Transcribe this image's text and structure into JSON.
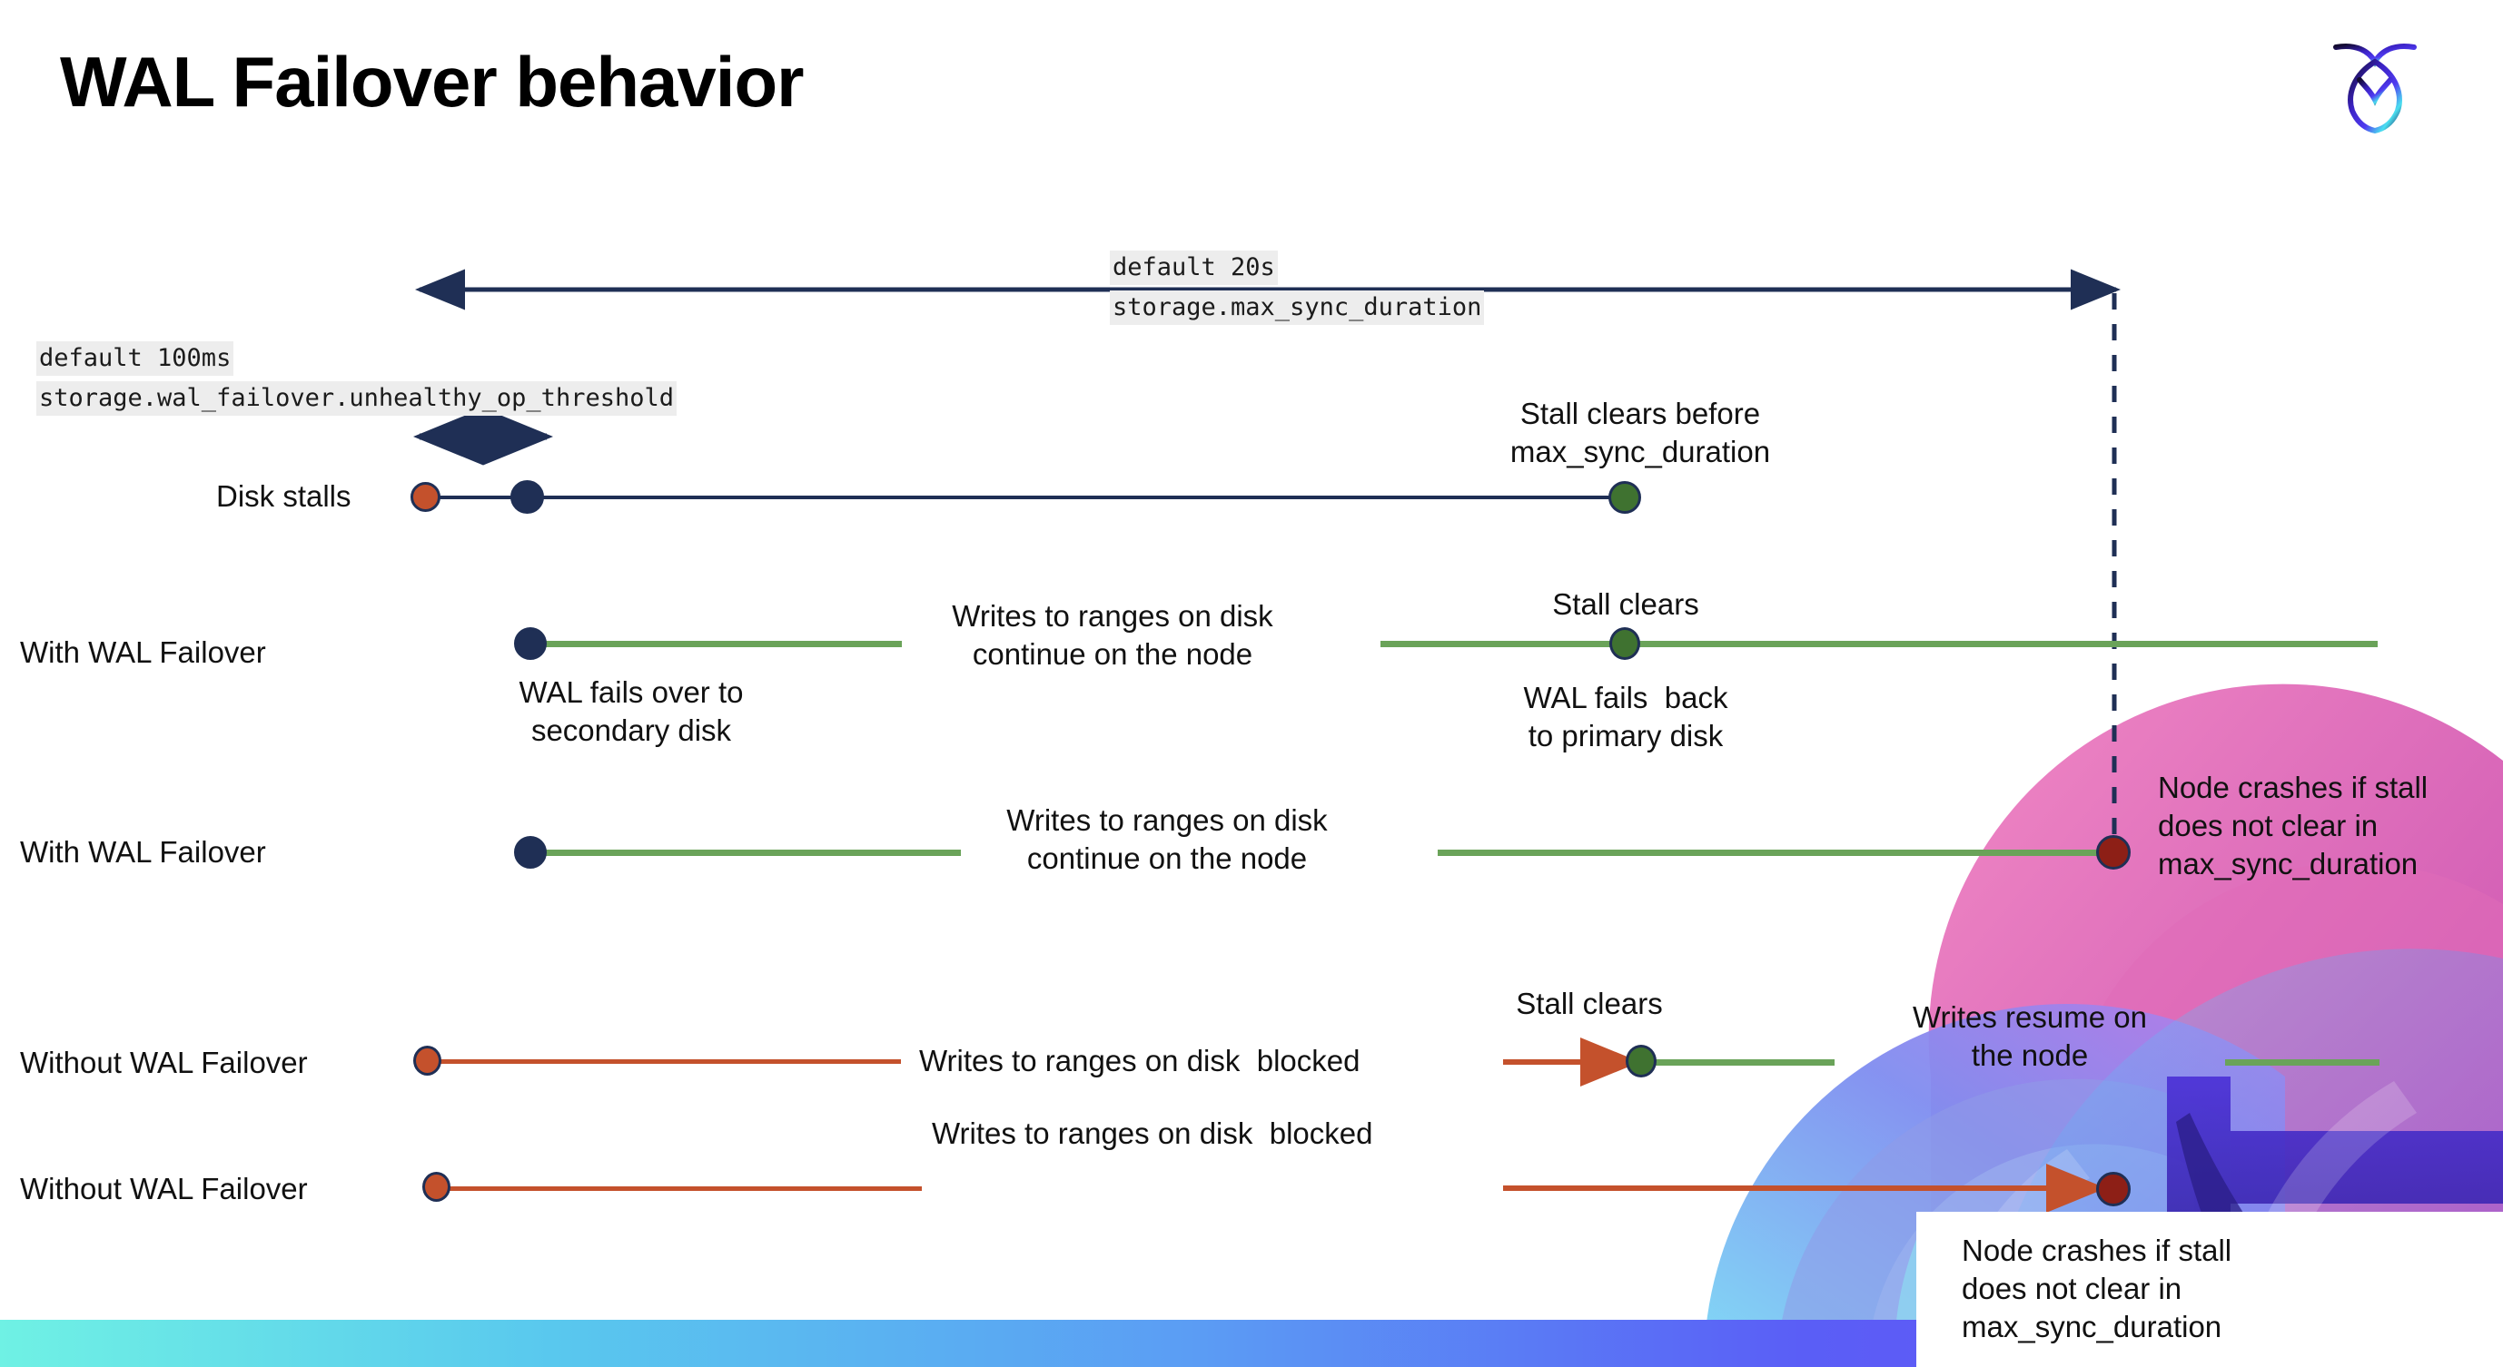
{
  "slide": {
    "title": "WAL Failover behavior",
    "logo_name": "cockroachdb-logo"
  },
  "colors": {
    "navy": "#1f2f55",
    "green_line": "#6aa359",
    "green_dot": "#3f7230",
    "orange": "#c4512c",
    "dark_red": "#8d1f16",
    "code_bg": "#ededed",
    "bar_gradient_start": "#6ff1e4",
    "bar_gradient_end": "#6b4ff7"
  },
  "annotations": {
    "max_sync": {
      "default": "default 20s",
      "setting": "storage.max_sync_duration"
    },
    "unhealthy_op": {
      "default": "default 100ms",
      "setting": "storage.wal_failover.unhealthy_op_threshold"
    }
  },
  "rows": [
    {
      "label": "Disk stalls",
      "notes": [
        "Stall clears before\nmax_sync_duration"
      ]
    },
    {
      "label": "With WAL Failover",
      "notes": [
        "WAL fails over to\nsecondary disk",
        "Writes to ranges on disk\ncontinue on the node",
        "Stall clears",
        "WAL fails  back\nto primary disk"
      ]
    },
    {
      "label": "With WAL Failover",
      "notes": [
        "Writes to ranges on disk\ncontinue on the node",
        "Node crashes if stall\ndoes not clear in\nmax_sync_duration"
      ]
    },
    {
      "label": "Without WAL Failover",
      "notes": [
        "Writes to ranges on disk  blocked",
        "Stall clears",
        "Writes resume on\nthe node"
      ]
    },
    {
      "label": "Without WAL Failover",
      "notes": [
        "Writes to ranges on disk  blocked",
        "Node crashes if stall\ndoes not clear in\nmax_sync_duration"
      ]
    }
  ]
}
